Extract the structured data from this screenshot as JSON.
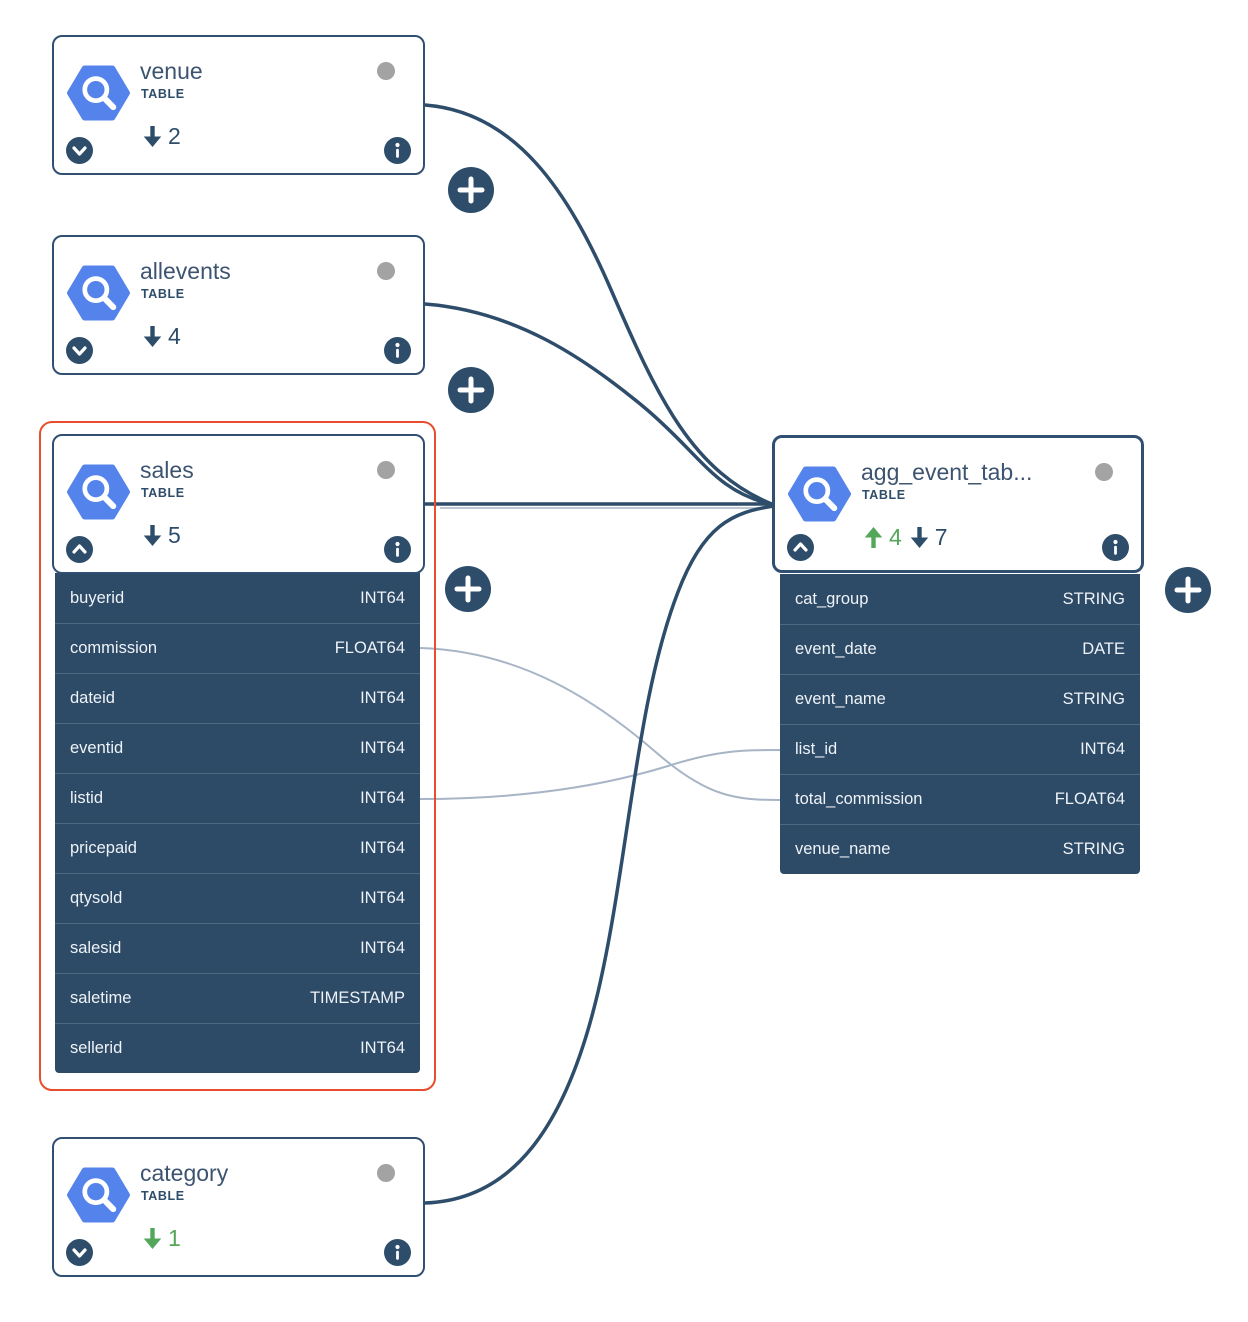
{
  "canvas": {
    "background": "#ffffff"
  },
  "colors": {
    "node_border_navy": "#315071",
    "row_fill_navy": "#2d4a66",
    "edge_navy": "#2e4d6b",
    "edge_gray": "#a7b5c6",
    "icon_blue": "#5583ec",
    "badge_green": "#53a65a",
    "status_dot_gray": "#a3a3a3",
    "selection_red": "#e84e2d"
  },
  "icons": {
    "node_logo": "bigquery-icon",
    "expand": "chevron-down-icon",
    "collapse": "chevron-up-icon",
    "details": "info-icon",
    "expand_graph": "plus-icon",
    "downstream": "arrow-down-icon",
    "upstream": "arrow-up-icon"
  },
  "nodes": [
    {
      "id": "venue",
      "title": "venue",
      "type_label": "TABLE",
      "expanded": false,
      "badges": [
        {
          "direction": "down",
          "value": "2",
          "color": "#2e4d6b"
        }
      ]
    },
    {
      "id": "allevents",
      "title": "allevents",
      "type_label": "TABLE",
      "expanded": false,
      "badges": [
        {
          "direction": "down",
          "value": "4",
          "color": "#2e4d6b"
        }
      ]
    },
    {
      "id": "sales",
      "title": "sales",
      "type_label": "TABLE",
      "expanded": true,
      "selected": true,
      "badges": [
        {
          "direction": "down",
          "value": "5",
          "color": "#2e4d6b"
        }
      ],
      "columns": [
        {
          "name": "buyerid",
          "type": "INT64"
        },
        {
          "name": "commission",
          "type": "FLOAT64"
        },
        {
          "name": "dateid",
          "type": "INT64"
        },
        {
          "name": "eventid",
          "type": "INT64"
        },
        {
          "name": "listid",
          "type": "INT64"
        },
        {
          "name": "pricepaid",
          "type": "INT64"
        },
        {
          "name": "qtysold",
          "type": "INT64"
        },
        {
          "name": "salesid",
          "type": "INT64"
        },
        {
          "name": "saletime",
          "type": "TIMESTAMP"
        },
        {
          "name": "sellerid",
          "type": "INT64"
        }
      ]
    },
    {
      "id": "agg_event_table",
      "title": "agg_event_tab...",
      "type_label": "TABLE",
      "expanded": true,
      "focused": true,
      "badges": [
        {
          "direction": "up",
          "value": "4",
          "color": "#53a65a"
        },
        {
          "direction": "down",
          "value": "7",
          "color": "#2e4d6b"
        }
      ],
      "columns": [
        {
          "name": "cat_group",
          "type": "STRING"
        },
        {
          "name": "event_date",
          "type": "DATE"
        },
        {
          "name": "event_name",
          "type": "STRING"
        },
        {
          "name": "list_id",
          "type": "INT64"
        },
        {
          "name": "total_commission",
          "type": "FLOAT64"
        },
        {
          "name": "venue_name",
          "type": "STRING"
        }
      ]
    },
    {
      "id": "category",
      "title": "category",
      "type_label": "TABLE",
      "expanded": false,
      "badges": [
        {
          "direction": "down",
          "value": "1",
          "color": "#53a65a"
        }
      ]
    }
  ],
  "edges": {
    "table_edges": [
      {
        "from": "venue",
        "to": "agg_event_table"
      },
      {
        "from": "allevents",
        "to": "agg_event_table"
      },
      {
        "from": "sales",
        "to": "agg_event_table"
      },
      {
        "from": "category",
        "to": "agg_event_table"
      }
    ],
    "column_edges": [
      {
        "from": "sales.commission",
        "to": "agg_event_table.total_commission"
      },
      {
        "from": "sales.listid",
        "to": "agg_event_table.list_id"
      }
    ]
  }
}
